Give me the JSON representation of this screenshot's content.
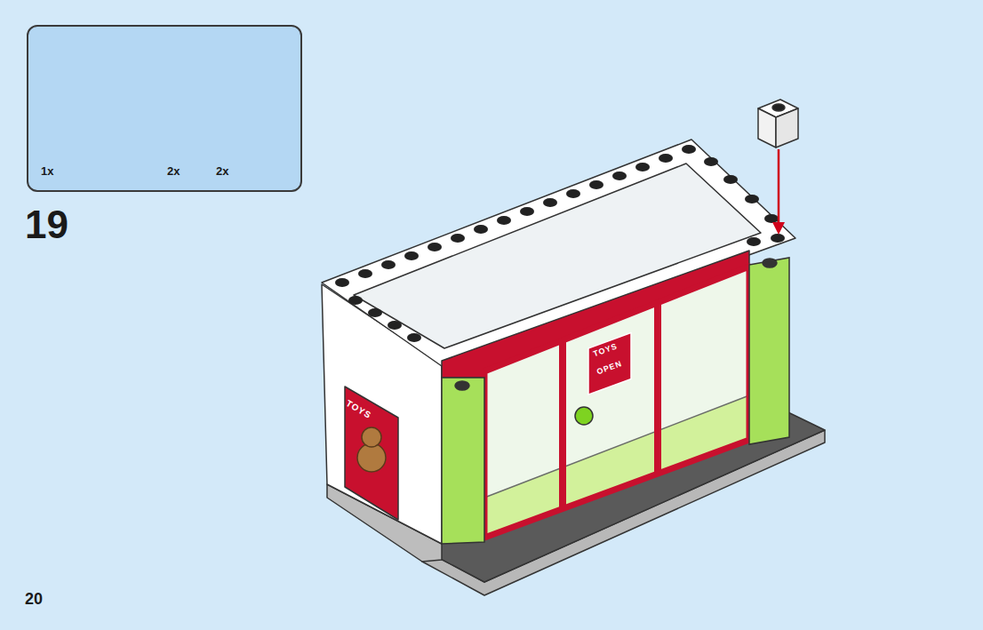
{
  "diagram": {
    "nodes": [
      {
        "text": [
          "1x",
          "2x",
          "2x"
        ]
      }
    ],
    "labels": [
      "19",
      "20",
      "TOYS",
      "OPEN",
      "TOYS"
    ]
  }
}
